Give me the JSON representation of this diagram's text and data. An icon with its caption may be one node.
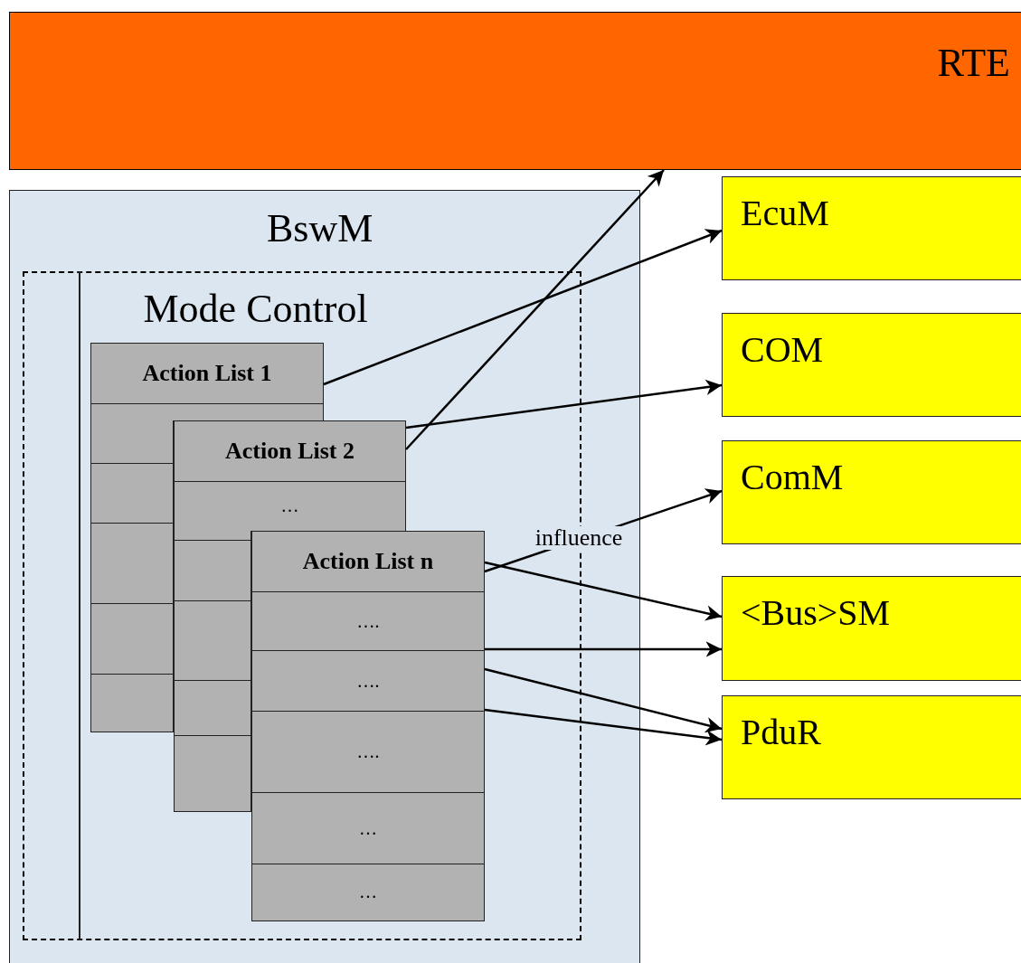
{
  "diagram": {
    "nodes": [
      {
        "text": [
          "RTE"
        ]
      },
      {
        "text": [
          "BswM"
        ]
      },
      {
        "text": [
          "Mode Control"
        ],
        "in": 1
      },
      {
        "text": [
          "Action List 1"
        ],
        "in": 2
      },
      {
        "text": [
          "Action List 2",
          "…"
        ],
        "in": 2
      },
      {
        "text": [
          "Action List n",
          "….",
          "….",
          "….",
          "…",
          "…"
        ],
        "in": 2
      },
      {
        "text": [
          "EcuM"
        ]
      },
      {
        "text": [
          "COM"
        ]
      },
      {
        "text": [
          "ComM"
        ]
      },
      {
        "text": [
          "<Bus>SM"
        ]
      },
      {
        "text": [
          "PduR"
        ]
      }
    ],
    "edges": [
      {
        "from": 3,
        "to": 6,
        "arrow": "to"
      },
      {
        "from": 4,
        "to": 7,
        "arrow": "to"
      },
      {
        "from": 4,
        "to": 0,
        "arrow": "to"
      },
      {
        "from": 5,
        "to": 8,
        "arrow": "to",
        "label": "influence"
      },
      {
        "from": 5,
        "to": 9,
        "arrow": "to"
      },
      {
        "from": 5,
        "to": 9,
        "arrow": "to"
      },
      {
        "from": 5,
        "to": 10,
        "arrow": "to"
      },
      {
        "from": 5,
        "to": 10,
        "arrow": "to"
      }
    ]
  }
}
